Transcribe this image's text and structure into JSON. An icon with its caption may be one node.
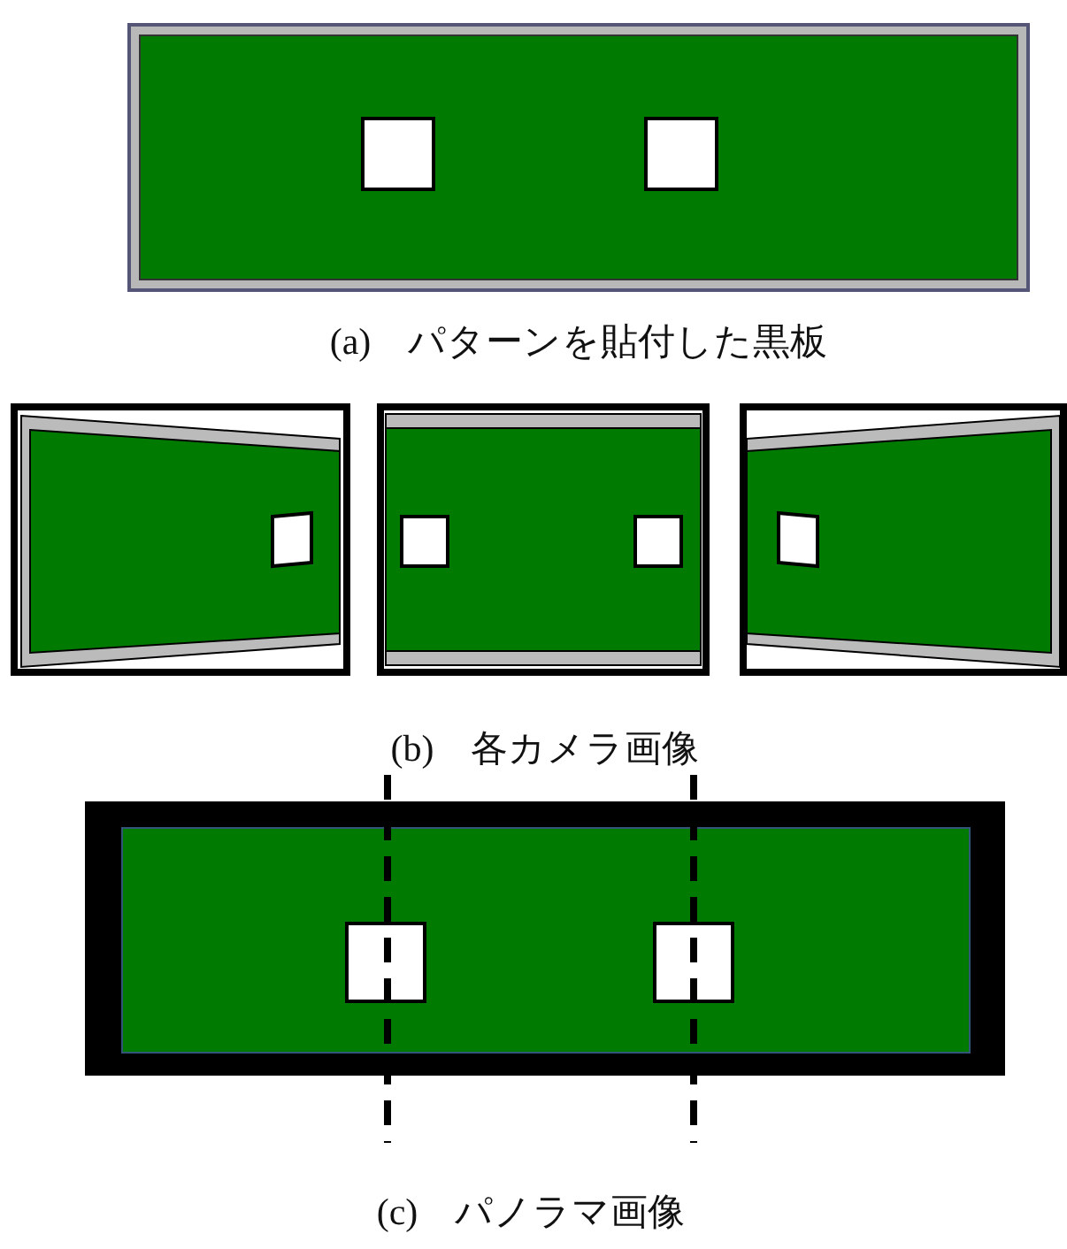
{
  "diagram": {
    "labels": [
      "(a)　パターンを貼付した黒板",
      "(b)　各カメラ画像",
      "(c)　パノラマ画像"
    ]
  }
}
